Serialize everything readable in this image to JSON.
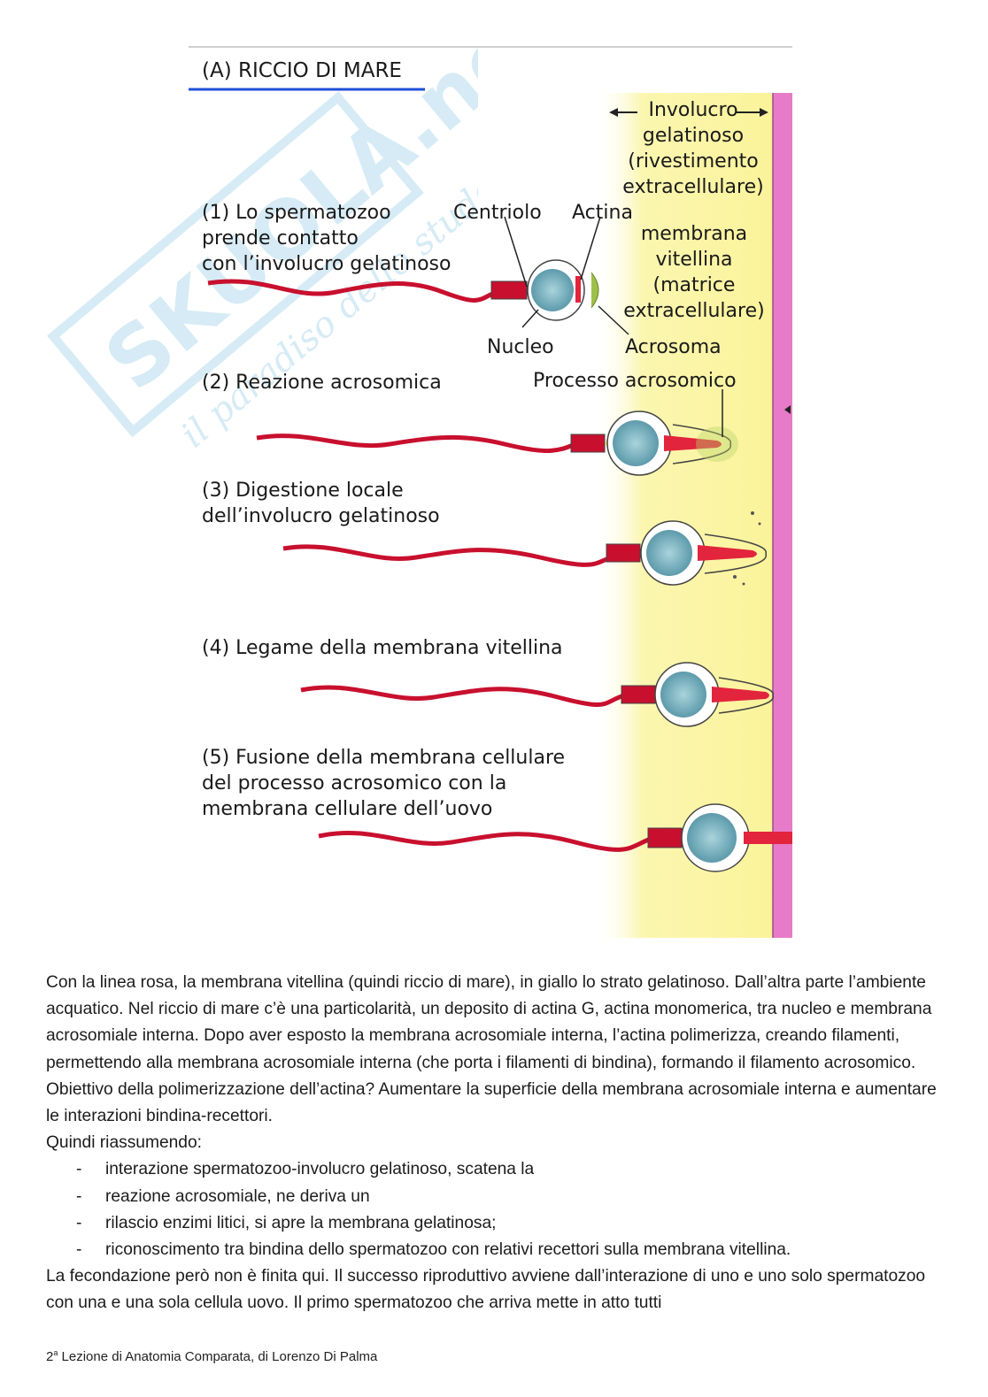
{
  "figure": {
    "panel_title": "(A)  RICCIO DI MARE",
    "labels": {
      "involucro": "Involucro\ngelatinoso\n(rivestimento\nextracellulare)",
      "step1": "(1) Lo spermatozoo\n      prende contatto\n      con l’involucro gelatinoso",
      "centriolo": "Centriolo",
      "actina": "Actina",
      "membrana_vitellina": "membrana\nvitellina\n(matrice\nextracellulare)",
      "nucleo": "Nucleo",
      "acrosoma": "Acrosoma",
      "step2": "(2) Reazione acrosomica",
      "processo": "Processo acrosomico",
      "step3": "(3) Digestione locale\n      dell’involucro gelatinoso",
      "step4": "(4) Legame della membrana vitellina",
      "step5": "(5) Fusione della membrana cellulare\n      del processo acrosomico con la\n      membrana cellulare dell’uovo"
    },
    "colors": {
      "jelly": "#fbf6b0",
      "vitelline": "#e77bc9",
      "sperm": "#c8102e",
      "nucleus": "#7fb6c4",
      "title_underline": "#1f4fd8"
    },
    "watermark": {
      "brand": "SKUOLA.net",
      "tagline": "il paradiso dello studente"
    }
  },
  "body": {
    "paragraph": "Con la linea rosa, la membrana vitellina (quindi riccio di mare), in giallo lo strato gelatinoso. Dall’altra parte l’ambiente acquatico. Nel riccio di mare c’è una particolarità, un deposito di actina G, actina monomerica, tra nucleo e membrana acrosomiale interna. Dopo aver esposto la membrana acrosomiale interna, l’actina polimerizza, creando filamenti, permettendo alla membrana acrosomiale interna (che porta i filamenti di bindina), formando il filamento acrosomico. Obiettivo della polimerizzazione dell’actina? Aumentare la superficie della membrana acrosomiale interna e aumentare le interazioni bindina-recettori.",
    "summary_intro": "Quindi riassumendo:",
    "list": [
      "interazione spermatozoo-involucro gelatinoso, scatena la",
      "reazione acrosomiale, ne deriva un",
      "rilascio enzimi litici, si apre la membrana gelatinosa;",
      "riconoscimento tra bindina dello spermatozoo con relativi recettori sulla membrana vitellina."
    ],
    "closing": "La fecondazione però non è finita qui. Il successo riproduttivo avviene dall’interazione di uno e uno solo spermatozoo con una e una sola cellula uovo. Il primo spermatozoo che arriva mette in atto tutti",
    "list_marker": "-"
  },
  "footer": {
    "ordinal": "2",
    "sup": "a",
    "text": " Lezione di Anatomia Comparata, di Lorenzo Di Palma"
  }
}
